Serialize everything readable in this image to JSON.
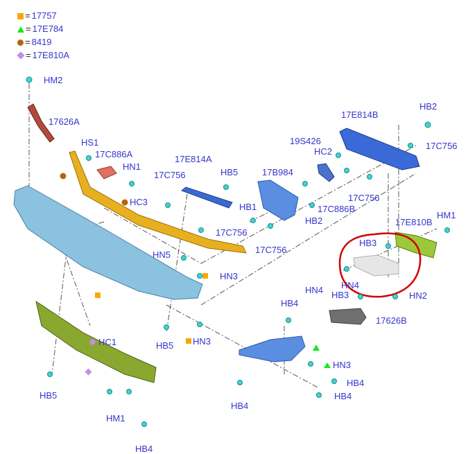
{
  "legend": [
    {
      "symbol": "square",
      "color": "#f7a800",
      "label": "17757"
    },
    {
      "symbol": "triangle",
      "color": "#19e619",
      "label": "17E784"
    },
    {
      "symbol": "circle",
      "color": "#b5650d",
      "label": "8419"
    },
    {
      "symbol": "diamond",
      "color": "#c48cf0",
      "label": "17E810A"
    }
  ],
  "callouts": [
    "HM2",
    "17626A",
    "HS1",
    "17C886A",
    "HN1",
    "HC3",
    "17C756",
    "17E814A",
    "HB5",
    "17C756",
    "HN5",
    "HN3",
    "HB5",
    "HN3",
    "HC1",
    "HB5",
    "HM1",
    "HB4",
    "HB4",
    "HB4",
    "HB4",
    "HN3",
    "HN4",
    "HB4",
    "HB3",
    "HN4",
    "HN2",
    "17626B",
    "HB3",
    "17E810B",
    "HM1",
    "HB2",
    "17C756",
    "17E814B",
    "19S426",
    "HC2",
    "17B984",
    "HB1",
    "HB2",
    "17C886B",
    "17C756",
    "17C756"
  ],
  "colors": {
    "label": "#3535cc",
    "highlight": "#d00000",
    "fastener": "#3fd4d4"
  }
}
